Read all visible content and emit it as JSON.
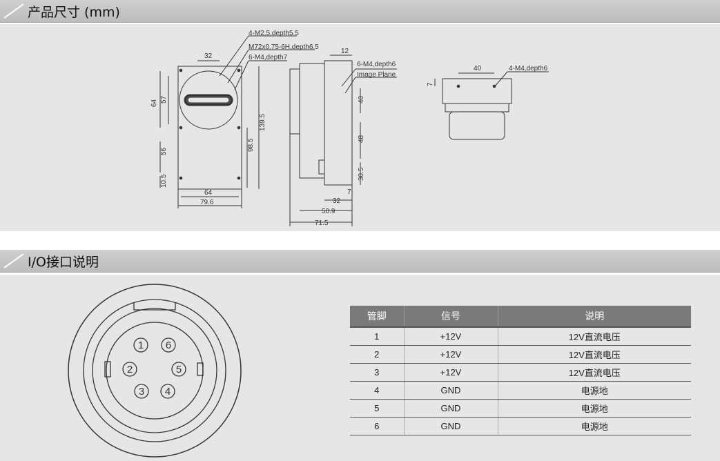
{
  "sections": {
    "dimensions_title": "产品尺寸 (mm)",
    "io_title": "I/O接口说明"
  },
  "front_view": {
    "callout_1": "4-M2.5,depth5.5",
    "callout_2": "M72x0.75-6H,depth6.5",
    "callout_3": "6-M4,depth7",
    "dim_top": "32",
    "dim_left_64": "64",
    "dim_left_57": "57",
    "dim_left_56": "56",
    "dim_left_105": "10.5",
    "dim_right_985": "98.5",
    "dim_right_1395": "139.5",
    "dim_bottom_64": "64",
    "dim_bottom_796": "79.6"
  },
  "side_view": {
    "dim_top": "12",
    "callout_1": "6-M4,depth6",
    "callout_2": "Image Plane",
    "dim_40": "40",
    "dim_48": "48",
    "dim_305": "30.5",
    "dim_7": "7",
    "dim_32": "32",
    "dim_509": "50.9",
    "dim_715": "71.5"
  },
  "top_view": {
    "dim_40": "40",
    "callout": "4-M4,depth6",
    "dim_7": "7"
  },
  "connector": {
    "pins": [
      "1",
      "6",
      "2",
      "5",
      "3",
      "4"
    ]
  },
  "pin_table": {
    "headers": [
      "管脚",
      "信号",
      "说明"
    ],
    "rows": [
      [
        "1",
        "+12V",
        "12V直流电压"
      ],
      [
        "2",
        "+12V",
        "12V直流电压"
      ],
      [
        "3",
        "+12V",
        "12V直流电压"
      ],
      [
        "4",
        "GND",
        "电源地"
      ],
      [
        "5",
        "GND",
        "电源地"
      ],
      [
        "6",
        "GND",
        "电源地"
      ]
    ]
  }
}
